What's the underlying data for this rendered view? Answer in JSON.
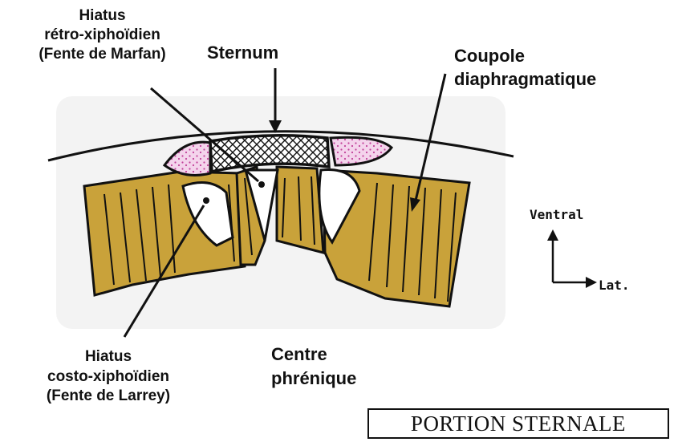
{
  "labels": {
    "hiatus_retro": [
      "Hiatus",
      "rétro-xiphoïdien",
      "(Fente de Marfan)"
    ],
    "sternum": "Sternum",
    "coupole": [
      "Coupole",
      "diaphragmatique"
    ],
    "hiatus_costo": [
      "Hiatus",
      "costo-xiphoïdien",
      "(Fente de Larrey)"
    ],
    "centre": [
      "Centre",
      "phrénique"
    ],
    "ventral": "Ventral",
    "lat": "Lat.",
    "section_title": "PORTION STERNALE"
  },
  "colors": {
    "muscle": "#c9a23a",
    "cartilage": "#f4d4ec",
    "cartilage_dots": "#c2409a",
    "outline": "#111111",
    "background_smudge": "#f3f3f3"
  },
  "icons": [
    "arrow-up-icon",
    "arrow-right-icon"
  ]
}
